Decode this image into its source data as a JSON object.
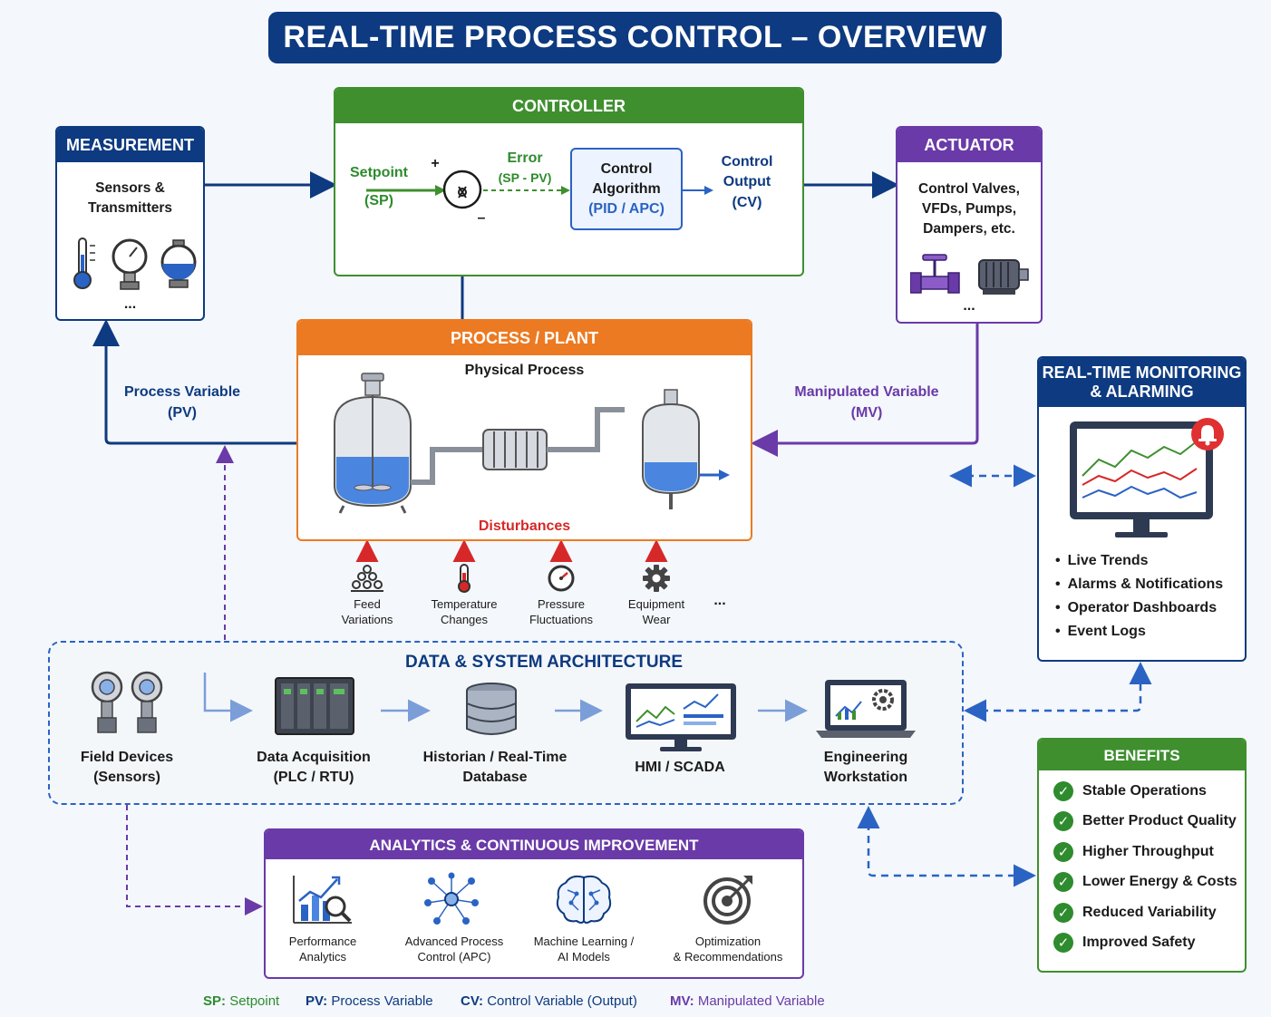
{
  "title": "REAL-TIME PROCESS CONTROL – OVERVIEW",
  "measurement": {
    "header": "MEASUREMENT",
    "text": "Sensors & Transmitters",
    "more": "..."
  },
  "controller": {
    "header": "CONTROLLER",
    "setpoint_label": "Setpoint",
    "setpoint_abbr": "(SP)",
    "plus": "+",
    "minus": "–",
    "error_label": "Error",
    "error_formula": "(SP - PV)",
    "algorithm_line1": "Control",
    "algorithm_line2": "Algorithm",
    "algorithm_line3": "(PID / APC)",
    "output_line1": "Control",
    "output_line2": "Output",
    "output_line3": "(CV)"
  },
  "actuator": {
    "header": "ACTUATOR",
    "text": "Control Valves, VFDs, Pumps, Dampers, etc.",
    "more": "..."
  },
  "process": {
    "header": "PROCESS / PLANT",
    "subtitle": "Physical Process",
    "disturbances": "Disturbances"
  },
  "process_variable": {
    "line1": "Process Variable",
    "line2": "(PV)"
  },
  "manipulated_variable": {
    "line1": "Manipulated Variable",
    "line2": "(MV)"
  },
  "disturbance_items": [
    {
      "line1": "Feed",
      "line2": "Variations",
      "icon": "pile-icon"
    },
    {
      "line1": "Temperature",
      "line2": "Changes",
      "icon": "thermometer-icon"
    },
    {
      "line1": "Pressure",
      "line2": "Fluctuations",
      "icon": "gauge-icon"
    },
    {
      "line1": "Equipment",
      "line2": "Wear",
      "icon": "gear-icon"
    }
  ],
  "disturbance_more": "...",
  "monitoring": {
    "header_line1": "REAL-TIME MONITORING",
    "header_line2": "& ALARMING",
    "items": [
      "Live Trends",
      "Alarms & Notifications",
      "Operator Dashboards",
      "Event Logs"
    ]
  },
  "architecture": {
    "header": "DATA & SYSTEM ARCHITECTURE",
    "items": [
      {
        "line1": "Field Devices",
        "line2": "(Sensors)"
      },
      {
        "line1": "Data Acquisition",
        "line2": "(PLC / RTU)"
      },
      {
        "line1": "Historian / Real-Time",
        "line2": "Database"
      },
      {
        "line1": "HMI / SCADA",
        "line2": ""
      },
      {
        "line1": "Engineering",
        "line2": "Workstation"
      }
    ]
  },
  "analytics": {
    "header": "ANALYTICS & CONTINUOUS IMPROVEMENT",
    "items": [
      {
        "line1": "Performance",
        "line2": "Analytics"
      },
      {
        "line1": "Advanced Process",
        "line2": "Control (APC)"
      },
      {
        "line1": "Machine Learning /",
        "line2": "AI Models"
      },
      {
        "line1": "Optimization",
        "line2": "& Recommendations"
      }
    ]
  },
  "benefits": {
    "header": "BENEFITS",
    "items": [
      "Stable Operations",
      "Better Product Quality",
      "Higher Throughput",
      "Lower Energy & Costs",
      "Reduced Variability",
      "Improved Safety"
    ]
  },
  "legend": [
    {
      "key": "SP:",
      "value": "Setpoint",
      "color": "#2e8b2e"
    },
    {
      "key": "PV:",
      "value": "Process Variable",
      "color": "#0d3a80"
    },
    {
      "key": "CV:",
      "value": "Control Variable (Output)",
      "color": "#0d3a80"
    },
    {
      "key": "MV:",
      "value": "Manipulated Variable",
      "color": "#6a3aa8"
    }
  ],
  "colors": {
    "navy": "#0d3a80",
    "green": "#3f8f2f",
    "purple": "#6a3aa8",
    "orange": "#ec7a22",
    "red": "#d62828",
    "blue": "#2a63c4"
  }
}
